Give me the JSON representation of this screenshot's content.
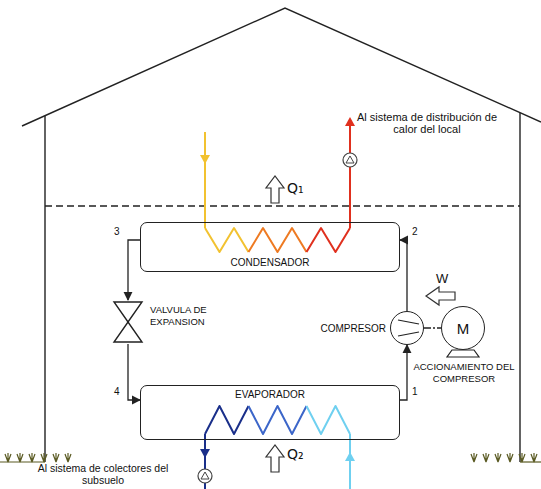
{
  "diagram": {
    "nodes": [
      {
        "text": [
          "CONDENSADOR"
        ]
      },
      {
        "text": [
          "VALVULA DE EXPANSION"
        ]
      },
      {
        "text": [
          "COMPRESOR"
        ]
      },
      {
        "text": [
          "M",
          "ACCIONAMIENTO DEL COMPRESOR"
        ]
      },
      {
        "text": [
          "EVAPORADOR"
        ]
      }
    ],
    "edges": [
      {
        "from": 0,
        "to": 1,
        "arrow": "to"
      },
      {
        "from": 1,
        "to": 4,
        "arrow": "to"
      },
      {
        "from": 4,
        "to": 2,
        "arrow": "to"
      },
      {
        "from": 2,
        "to": 0,
        "arrow": "to"
      },
      {
        "from": 2,
        "to": 3,
        "arrow": "none"
      }
    ],
    "labels": [
      "Al sistema de distribución de calor del local",
      "Q₁",
      "3",
      "2",
      "W",
      "4",
      "1",
      "Q₂",
      "Al sistema de colectores del subsuelo"
    ]
  }
}
